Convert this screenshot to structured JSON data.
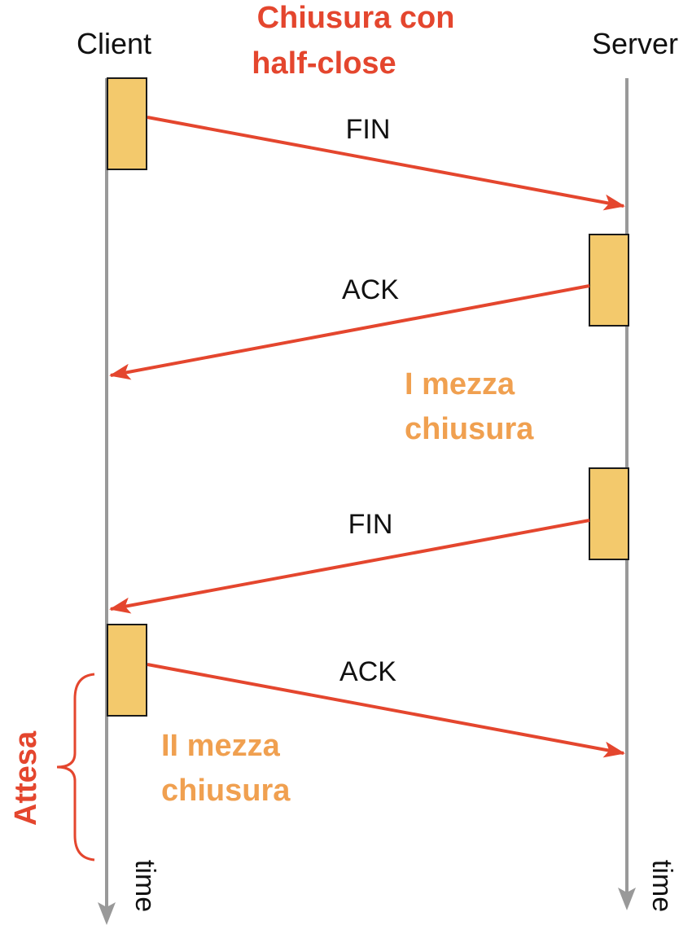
{
  "title": {
    "line1": "Chiusura con",
    "line2": "half-close"
  },
  "hosts": {
    "client": "Client",
    "server": "Server"
  },
  "messages": [
    {
      "label": "FIN",
      "from": "client",
      "to": "server"
    },
    {
      "label": "ACK",
      "from": "server",
      "to": "client"
    },
    {
      "label": "FIN",
      "from": "server",
      "to": "client"
    },
    {
      "label": "ACK",
      "from": "client",
      "to": "server"
    }
  ],
  "phases": {
    "first_half": {
      "line1": "I mezza",
      "line2": "chiusura"
    },
    "second_half": {
      "line1": "II mezza",
      "line2": "chiusura"
    }
  },
  "wait_label": "Attesa",
  "time_label": "time",
  "colors": {
    "arrow": "#e4462e",
    "title": "#e4462e",
    "phase": "#f0a050",
    "box_fill": "#f3c96c",
    "box_stroke": "#1a1a1a",
    "timeline": "#999999",
    "text": "#111111"
  }
}
